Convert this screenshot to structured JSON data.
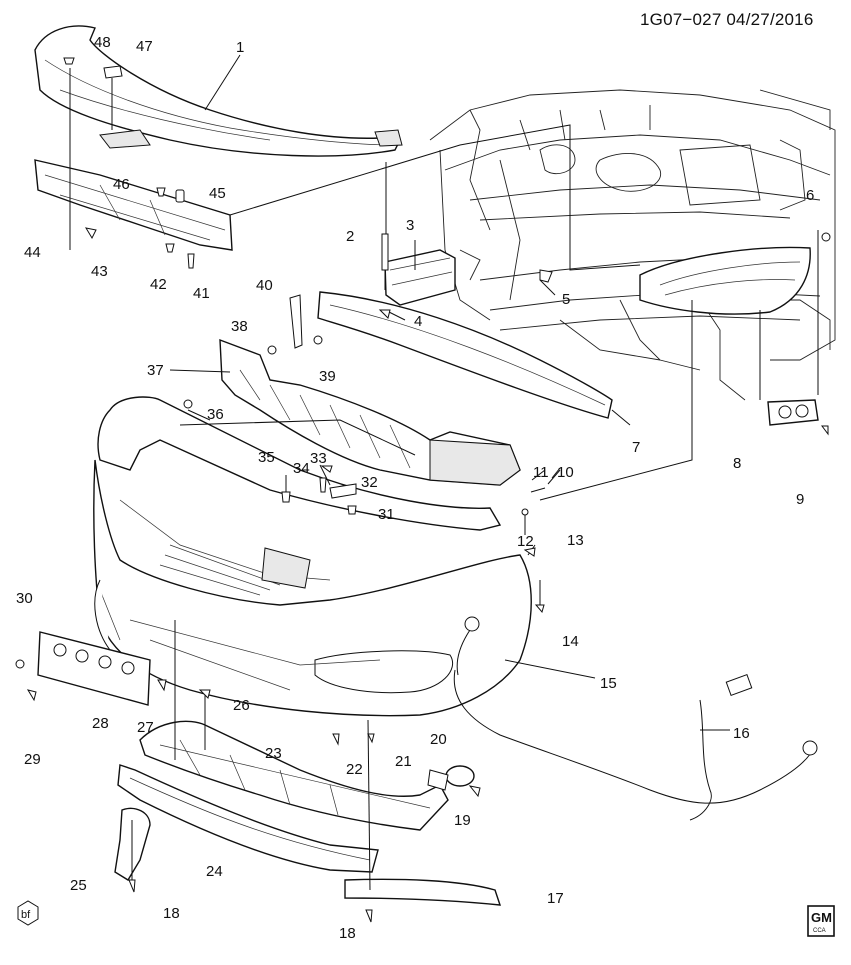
{
  "diagram_id": "1G07−027  04/27/2016",
  "corner_badge": "bf",
  "brand_badge": "GM",
  "brand_badge_sub": "CCA",
  "part_labels": [
    "1",
    "2",
    "3",
    "4",
    "5",
    "6",
    "7",
    "8",
    "9",
    "10",
    "11",
    "12",
    "13",
    "14",
    "15",
    "16",
    "17",
    "18",
    "18",
    "19",
    "20",
    "21",
    "22",
    "23",
    "24",
    "25",
    "26",
    "27",
    "28",
    "29",
    "30",
    "31",
    "32",
    "33",
    "34",
    "35",
    "36",
    "37",
    "38",
    "39",
    "40",
    "41",
    "42",
    "43",
    "44",
    "45",
    "46",
    "47",
    "48"
  ]
}
